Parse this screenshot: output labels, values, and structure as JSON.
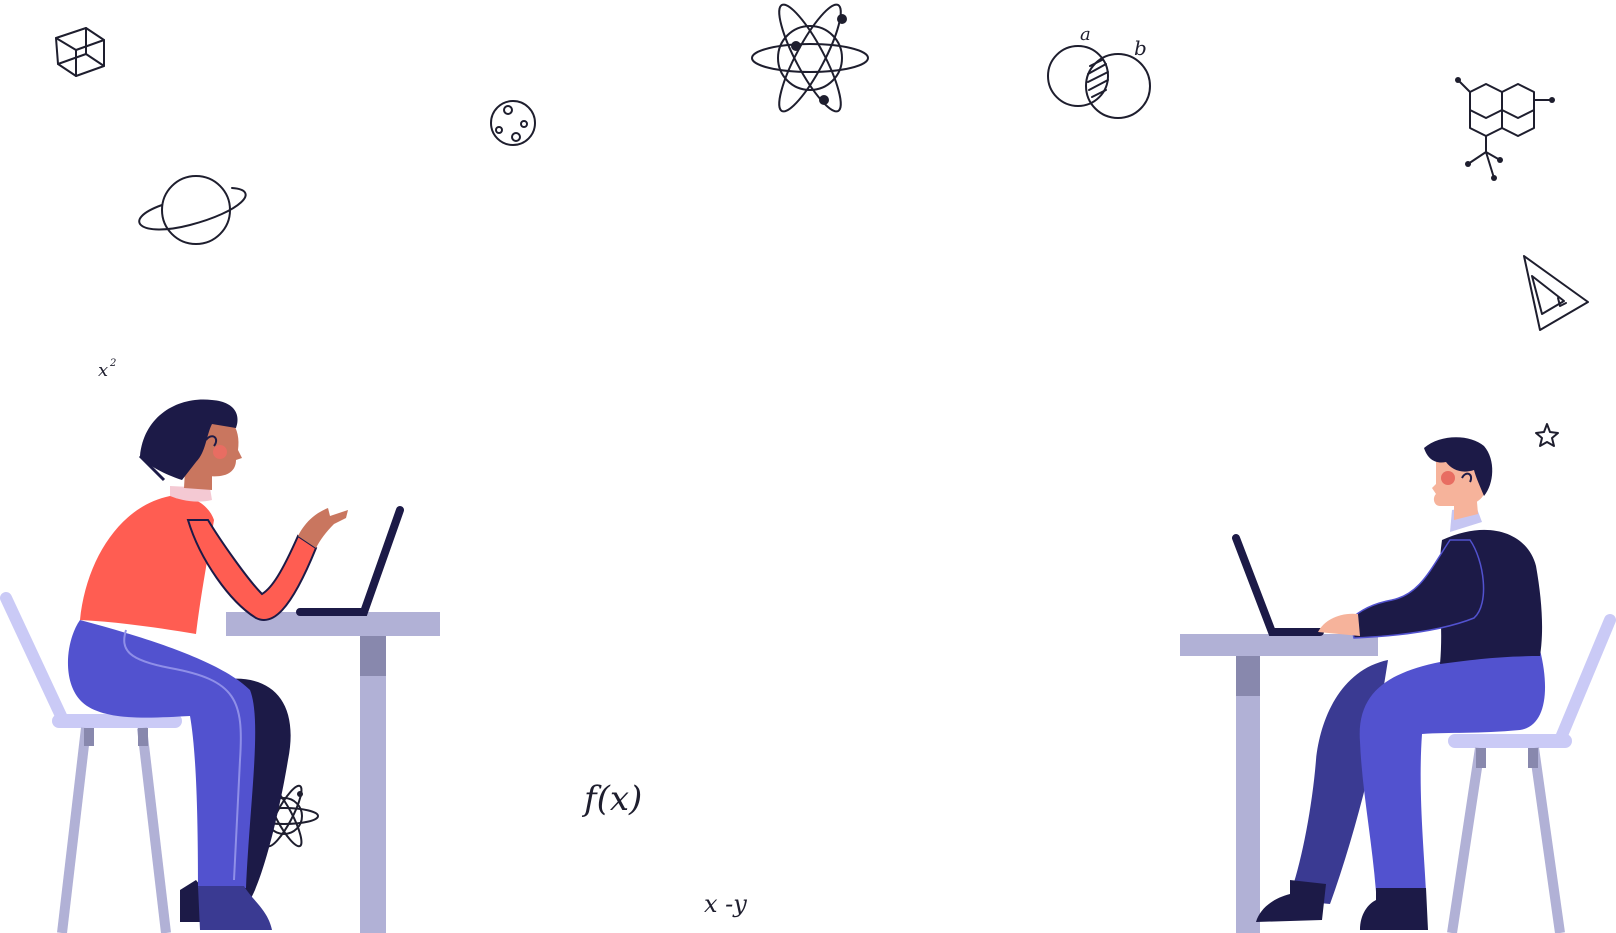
{
  "scene": {
    "description_free": true,
    "doodles": {
      "venn_label_a": "a",
      "venn_label_b": "b",
      "x_squared_base": "x",
      "x_squared_exp": "2",
      "function_text": "f(x)",
      "difference_text": "x -y"
    }
  },
  "colors": {
    "ink": "#1e1e2e",
    "navy": "#1c1a47",
    "coral": "#ff5d52",
    "skin_woman": "#c9765f",
    "skin_man": "#f6b39b",
    "cheek": "#e86d62",
    "pants_blue": "#5252cf",
    "pants_dark": "#3a3a92",
    "desk_top": "#b1b1d6",
    "desk_leg": "#b1b1d6",
    "desk_shade": "#8888ad",
    "chair": "#cacaf6",
    "chair_leg": "#b1b1d6",
    "collar": "#f4c9d3",
    "shirt_collar_man": "#c6c6f2"
  }
}
